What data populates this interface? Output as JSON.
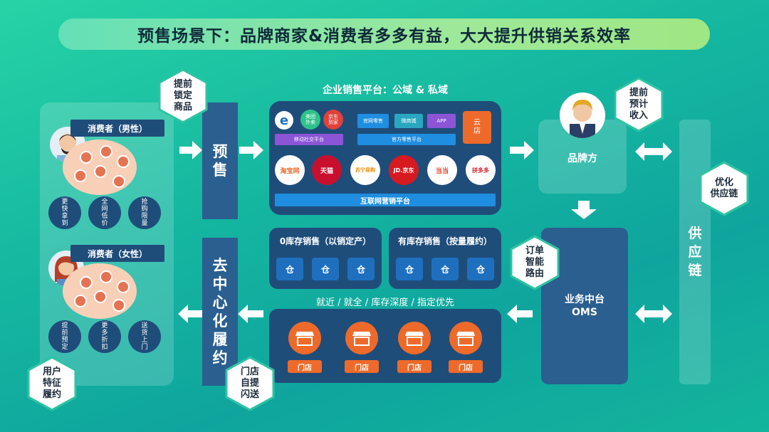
{
  "title": "预售场景下：品牌商家&消费者多多有益，大大提升供销关系效率",
  "hex_labels": {
    "lock_goods": "提前\n锁定\n商品",
    "est_revenue": "提前\n预计\n收入",
    "optimize_supply": "优化\n供应链",
    "order_routing": "订单\n智能\n路由",
    "user_fulfill": "用户\n特征\n履约",
    "store_pickup": "门店\n自提\n闪送"
  },
  "consumers": {
    "male_label": "消费者（男性）",
    "female_label": "消费者（女性）",
    "male_features": [
      "更\n快\n拿\n到",
      "全\n网\n低\n价",
      "抢\n购\n限\n量"
    ],
    "female_features": [
      "提\n前\n预\n定",
      "更\n多\n折\n扣",
      "送\n货\n上\n门"
    ]
  },
  "presale_bar": "预\n售",
  "decentral_bar": "去\n中\n心\n化\n履\n约",
  "platform": {
    "heading": "企业销售平台：公域 & 私域",
    "mobile_tag": "移动社交平台",
    "official_tag": "官方零售平台",
    "chips": {
      "meituan": "美团\n外卖",
      "jd_home": "京东\n到家",
      "official_zero": "官网零售",
      "wechat_mall": "微商城",
      "app": "APP",
      "cloud_store": "云\n店"
    },
    "marketplaces": {
      "taobao": "淘宝网",
      "tmall": "天猫",
      "suning": "苏宁易购",
      "jd": "JD.京东",
      "dangdang": "当当",
      "pdd": "拼多多"
    },
    "footer": "互联网营销平台"
  },
  "stock": {
    "zero_title": "0库存销售（以销定产）",
    "has_title": "有库存销售（按量履约）",
    "wh_icon": "仓"
  },
  "priority_text": "就近 / 就全 / 库存深度 / 指定优先",
  "store_label": "门店",
  "brand_label": "品牌方",
  "oms_label": "业务中台\nOMS",
  "supply_label": "供\n应\n链"
}
